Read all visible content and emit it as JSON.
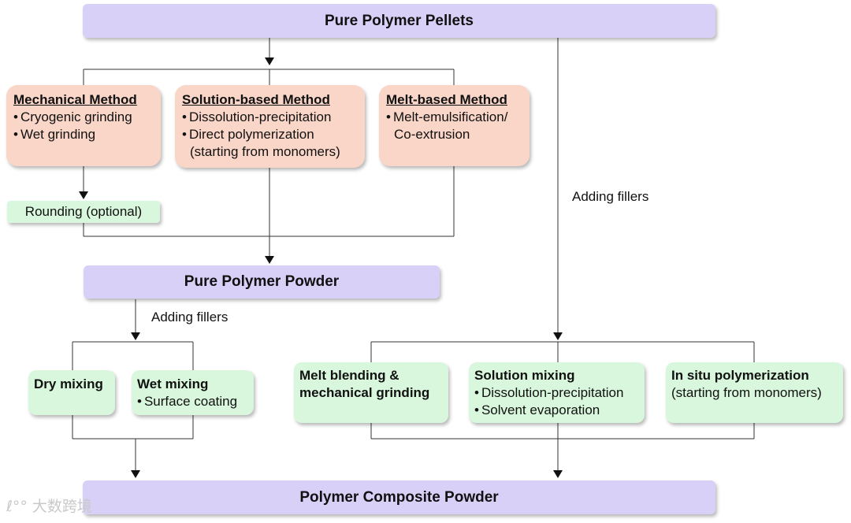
{
  "nodes": {
    "pure_pellets": "Pure Polymer Pellets",
    "mechanical": {
      "title": "Mechanical Method",
      "items": [
        "Cryogenic grinding",
        "Wet grinding"
      ]
    },
    "solution": {
      "title": "Solution-based Method",
      "items": [
        "Dissolution-precipitation",
        "Direct polymerization"
      ],
      "note": "(starting from monomers)"
    },
    "melt": {
      "title": "Melt-based Method",
      "items": [
        "Melt-emulsification/"
      ],
      "note": "Co-extrusion"
    },
    "rounding": "Rounding (optional)",
    "pure_powder": "Pure Polymer Powder",
    "dry_mixing": "Dry mixing",
    "wet_mixing": {
      "title": "Wet mixing",
      "items": [
        "Surface coating"
      ]
    },
    "melt_blending": {
      "title_line1": "Melt blending &",
      "title_line2": "mechanical grinding"
    },
    "solution_mixing": {
      "title": "Solution mixing",
      "items": [
        "Dissolution-precipitation",
        "Solvent evaporation"
      ]
    },
    "in_situ": {
      "title": "In situ polymerization",
      "note": "(starting from monomers)"
    },
    "composite_powder": "Polymer Composite Powder"
  },
  "edge_labels": {
    "adding_fillers_right": "Adding fillers",
    "adding_fillers_left": "Adding fillers"
  },
  "bullet": "•",
  "watermark": "大数跨境",
  "colors": {
    "main_nodes": "#d9d0f7",
    "method_nodes": "#fad6c8",
    "process_nodes": "#d9f7dd",
    "lines": "#333333"
  }
}
